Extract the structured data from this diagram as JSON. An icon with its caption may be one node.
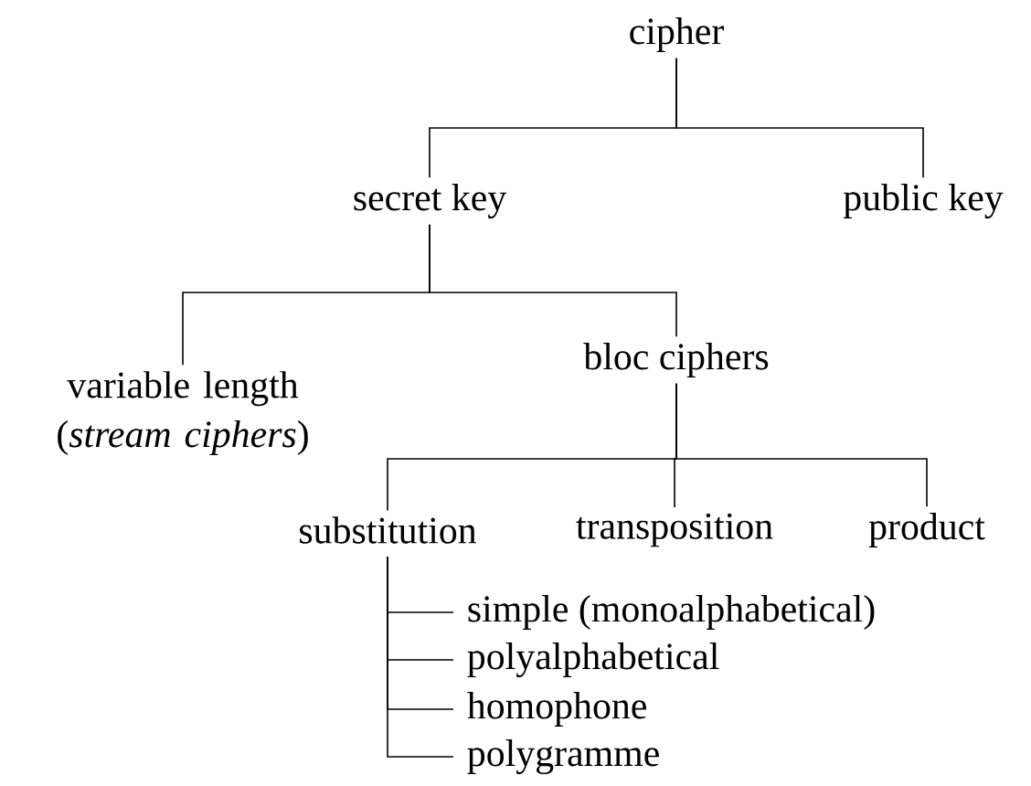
{
  "diagram": {
    "nodes": [
      {
        "text": [
          "cipher"
        ]
      },
      {
        "text": [
          "secret key"
        ]
      },
      {
        "text": [
          "public key"
        ]
      },
      {
        "text": [
          "variable length (*stream ciphers*)"
        ]
      },
      {
        "text": [
          "bloc ciphers"
        ]
      },
      {
        "text": [
          "substitution"
        ]
      },
      {
        "text": [
          "transposition"
        ]
      },
      {
        "text": [
          "product"
        ]
      },
      {
        "text": [
          "simple (monoalphabetical)"
        ]
      },
      {
        "text": [
          "polyalphabetical"
        ]
      },
      {
        "text": [
          "homophone"
        ]
      },
      {
        "text": [
          "polygramme"
        ]
      }
    ],
    "edges": [
      {
        "from": 0,
        "to": 1,
        "arrow": "none"
      },
      {
        "from": 0,
        "to": 2,
        "arrow": "none"
      },
      {
        "from": 1,
        "to": 3,
        "arrow": "none"
      },
      {
        "from": 1,
        "to": 4,
        "arrow": "none"
      },
      {
        "from": 4,
        "to": 5,
        "arrow": "none"
      },
      {
        "from": 4,
        "to": 6,
        "arrow": "none"
      },
      {
        "from": 4,
        "to": 7,
        "arrow": "none"
      },
      {
        "from": 5,
        "to": 8,
        "arrow": "none"
      },
      {
        "from": 5,
        "to": 9,
        "arrow": "none"
      },
      {
        "from": 5,
        "to": 10,
        "arrow": "none"
      },
      {
        "from": 5,
        "to": 11,
        "arrow": "none"
      }
    ]
  }
}
